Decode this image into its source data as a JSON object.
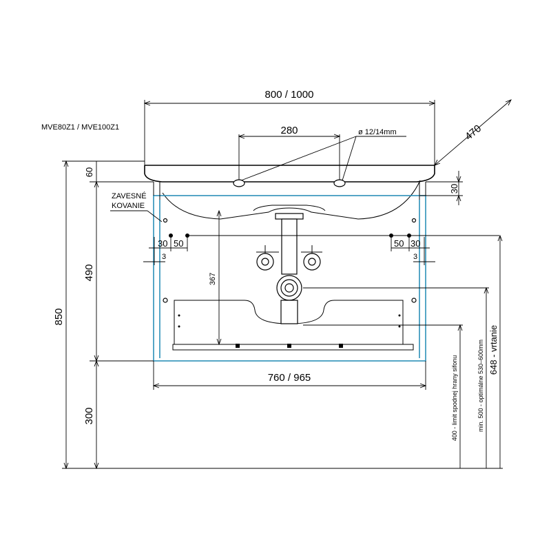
{
  "model_label": "MVE80Z1  /  MVE100Z1",
  "dimensions": {
    "total_width": "800  /  1000",
    "tap_spacing": "280",
    "tap_hole": "ø 12/14mm",
    "depth": "470",
    "top_60": "60",
    "top_30": "30",
    "cabinet_490": "490",
    "total_850": "850",
    "floor_300": "300",
    "height_367": "367",
    "cabinet_width": "760  /  965",
    "left_30": "30",
    "left_50": "50",
    "left_3": "3",
    "right_50": "50",
    "right_30": "30",
    "right_3": "3"
  },
  "labels": {
    "hanger_line1": "ZAVESNÉ",
    "hanger_line2": "KOVANIE",
    "siphon_limit": "400  -  limit spodnej hrany sifonu",
    "optimum": "min. 500  -  optimálne  530–600mm",
    "drill": "648  -  vrtanie"
  }
}
